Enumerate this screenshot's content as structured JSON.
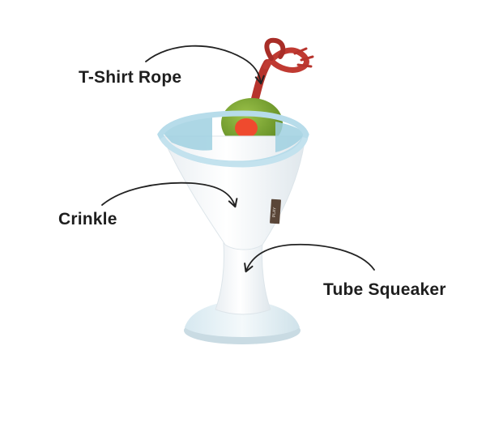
{
  "callouts": {
    "rope": "T-Shirt Rope",
    "crinkle": "Crinkle",
    "squeaker": "Tube Squeaker"
  },
  "product": {
    "tag_text": "PLAY",
    "colors": {
      "glass": "#f3f6f8",
      "rim": "#bfe1ec",
      "olive": "#6f9a2c",
      "pimento": "#ef4a2e",
      "rope": "#b7342d",
      "tag": "#5a4638",
      "arrow": "#222222"
    }
  }
}
